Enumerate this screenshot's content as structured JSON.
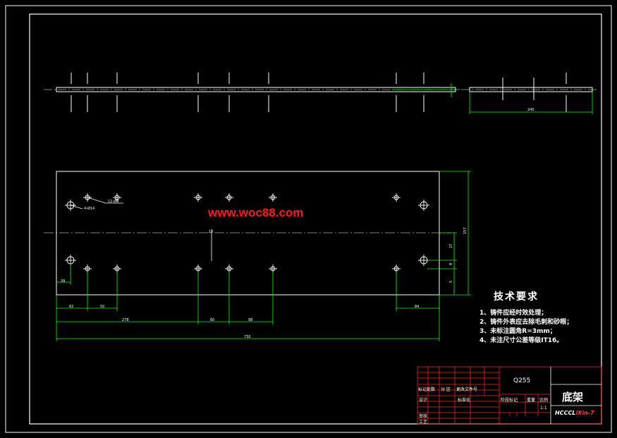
{
  "watermark": "www.woc88.com",
  "tech_requirements": {
    "title": "技术要求",
    "items": [
      "1、铸件应经时效处理；",
      "2、铸件外表应去除毛刺和砂眼；",
      "3、未标注圆角R=3mm；",
      "4、未注尺寸公差等级IT16。"
    ]
  },
  "dimensions": {
    "top_view_length": "240",
    "overall_length": "730",
    "left_offset": "39",
    "hole_spacing_a": "62",
    "hole_spacing_b": "50",
    "segment_a": "278",
    "segment_b": "60",
    "segment_c": "98",
    "right_spacing": "84",
    "height_total": "157",
    "height_a": "27",
    "height_b": "8",
    "height_c": "5",
    "hole_callout_a": "4-Ø14",
    "hole_callout_b": "12-Ø8",
    "center_mark": "10"
  },
  "title_block": {
    "material": "Q255",
    "part_name": "底架",
    "code_prefix": "HCCCL",
    "code_suffix": "iXin-7",
    "scale": "1:1",
    "label_mark": "标记处数",
    "label_zone": "分 区",
    "label_change": "更改文件号",
    "label_design": "设计",
    "label_std": "标准化",
    "label_stage": "阶段标记",
    "label_weight": "重量",
    "label_ratio": "比例",
    "label_review": "审核",
    "label_process": "工艺"
  },
  "colors": {
    "background": "#000000",
    "outline": "#ffffff",
    "dimension": "#00ff00",
    "title_block_line": "#ff2020",
    "watermark": "#ff1a1a"
  }
}
